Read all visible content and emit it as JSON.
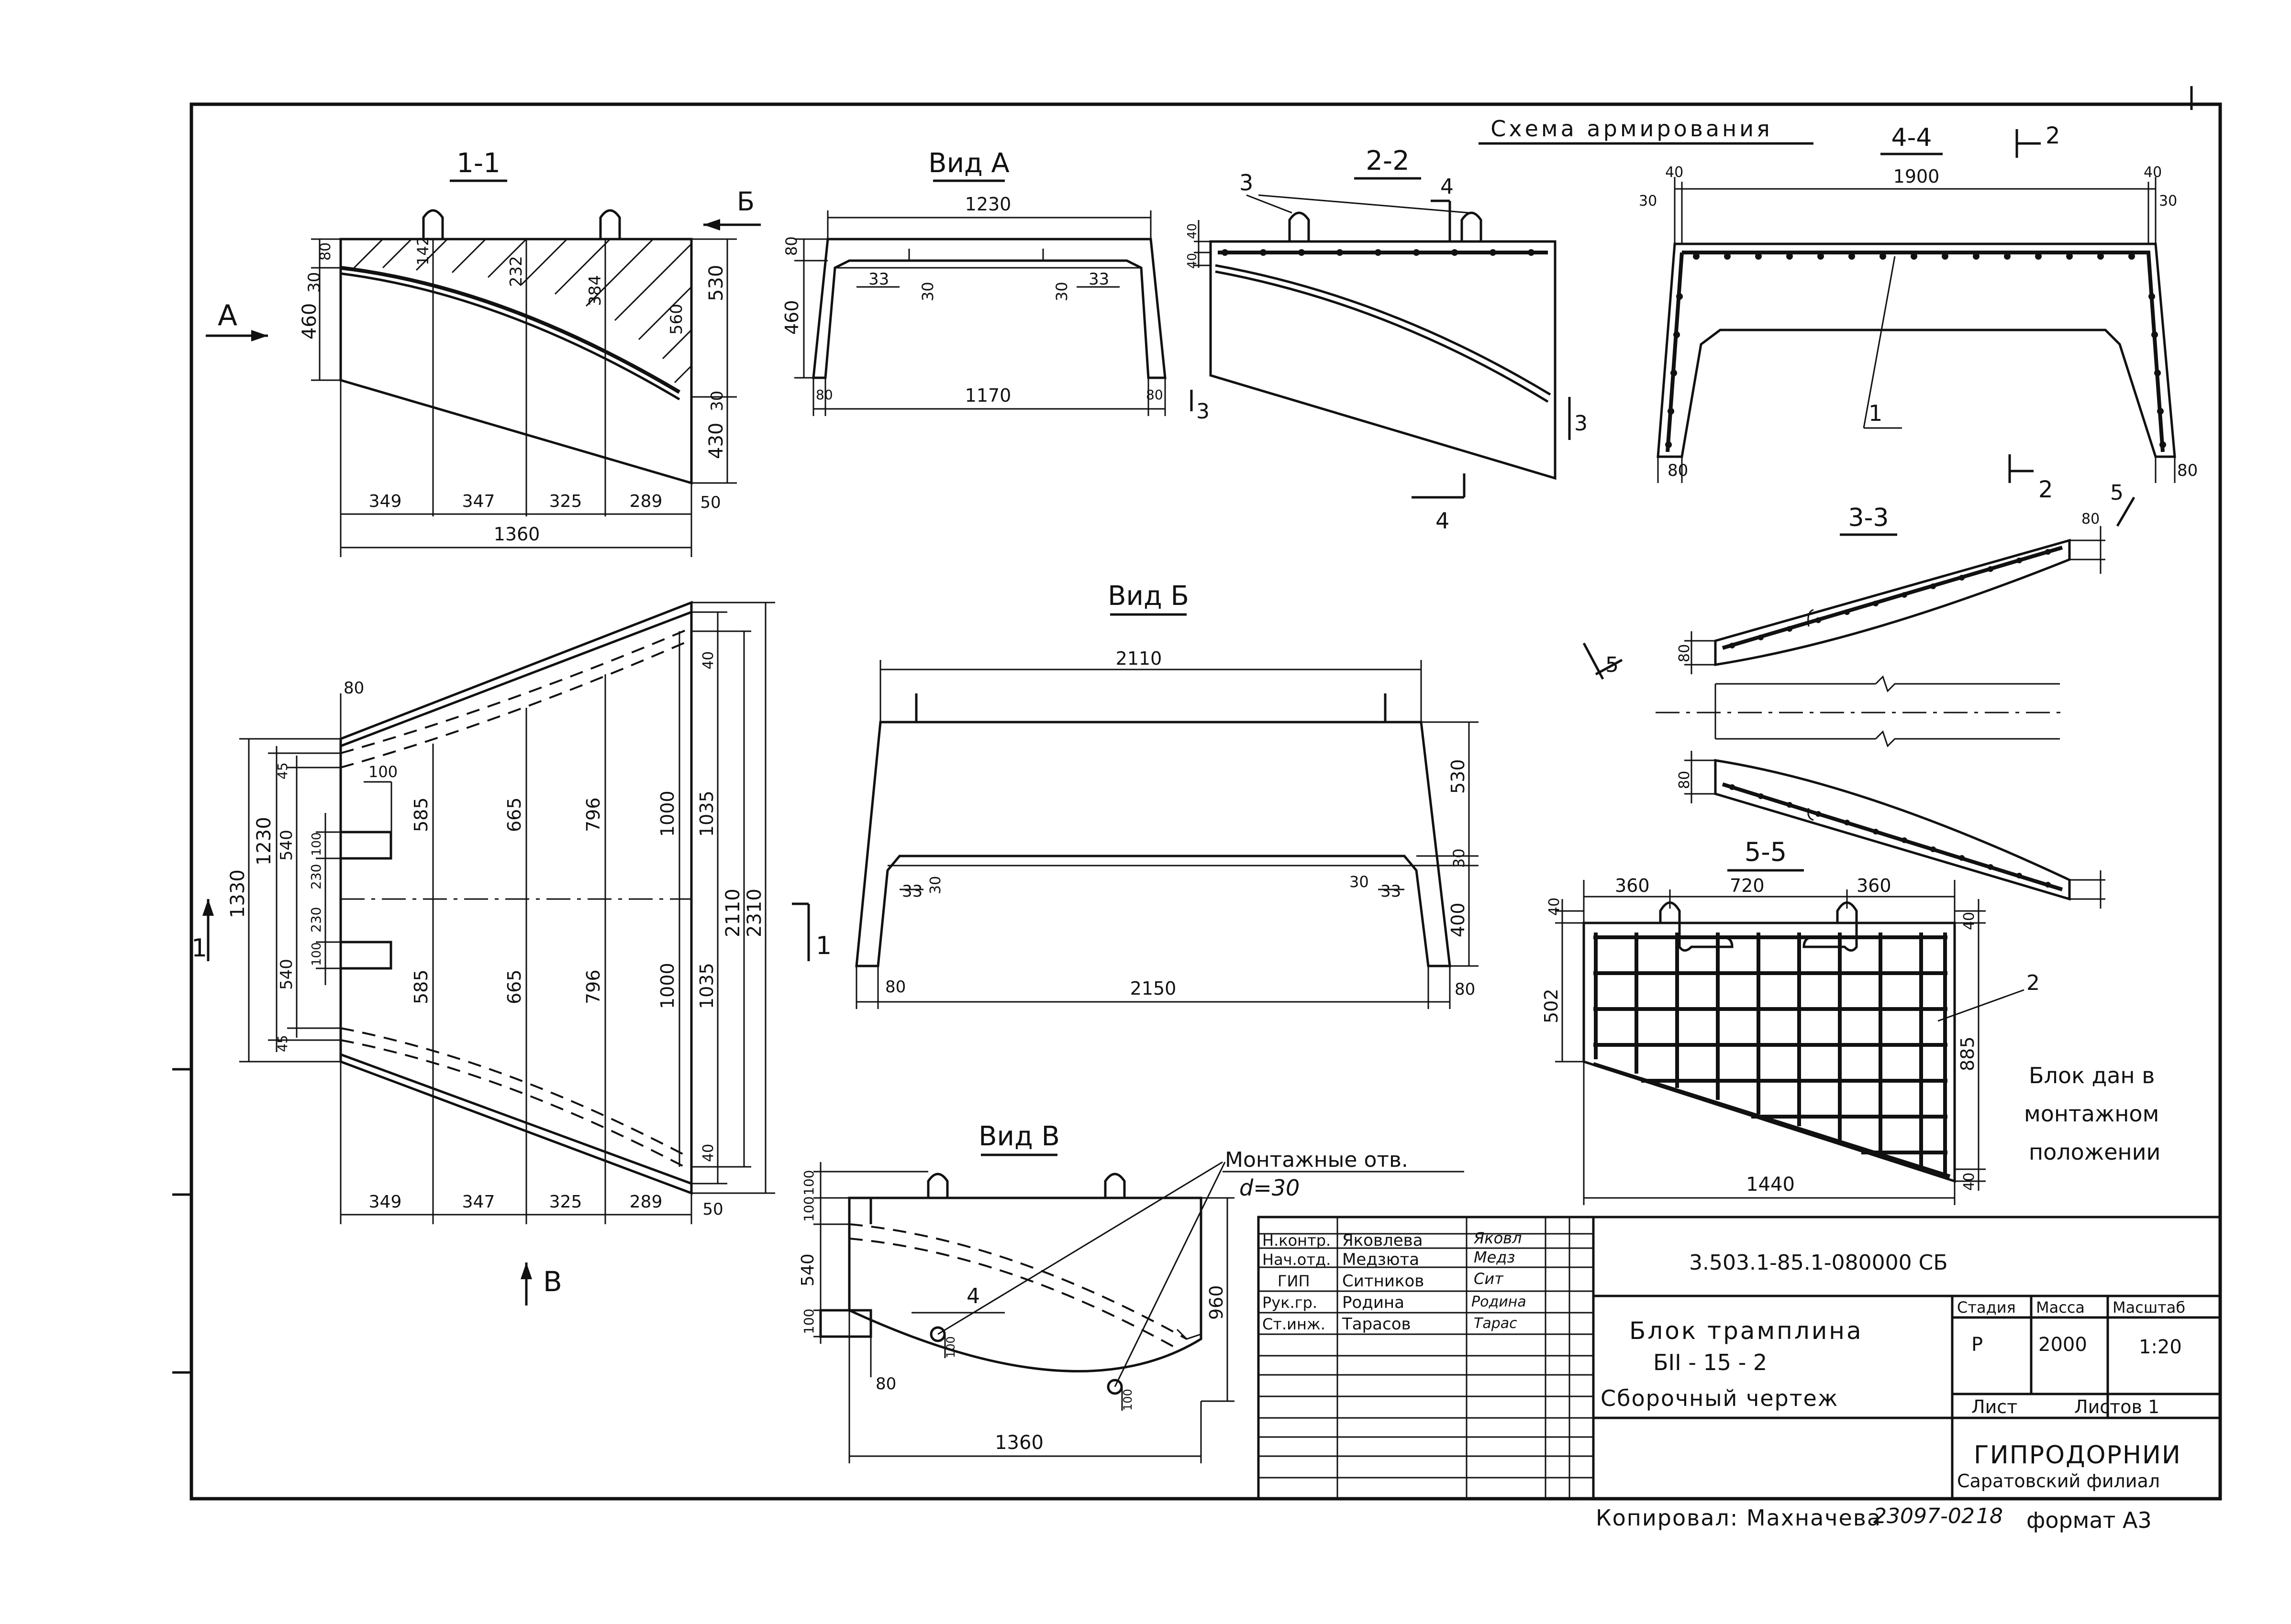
{
  "sections": {
    "s11": "1-1",
    "vidA": "Вид А",
    "s22": "2-2",
    "schema": "Схема армирования",
    "s44": "4-4",
    "s33": "3-3",
    "vidB_cyr": "Вид Б",
    "s55": "5-5",
    "vidV": "Вид В"
  },
  "markers": {
    "A": "А",
    "B_cyr": "Б",
    "V": "В",
    "n1": "1",
    "n2": "2",
    "n3": "3",
    "n4": "4",
    "n5": "5"
  },
  "dims_11": {
    "d80": "80",
    "d30": "30",
    "d460": "460",
    "d142": "142",
    "d232": "232",
    "d384": "384",
    "d560": "560",
    "d530": "530",
    "d30b": "30",
    "d430": "430",
    "d349": "349",
    "d347": "347",
    "d325": "325",
    "d289": "289",
    "d50": "50",
    "d1360": "1360"
  },
  "dims_vidA": {
    "d1230": "1230",
    "d80": "80",
    "d460": "460",
    "d33a": "33",
    "d30a": "30",
    "d30b": "30",
    "d33b": "33",
    "d80l": "80",
    "d1170": "1170",
    "d80r": "80"
  },
  "dims_22": {
    "d40a": "40",
    "d40b": "40",
    "p3": "3",
    "p4": "4"
  },
  "dims_44": {
    "d40l": "40",
    "d1900": "1900",
    "d40r": "40",
    "d30l": "30",
    "d30r": "30",
    "d80l": "80",
    "d80r": "80",
    "p1": "1"
  },
  "dims_plan": {
    "d80": "80",
    "d100": "100",
    "d45a": "45",
    "d45b": "45",
    "d1330": "1330",
    "d1230": "1230",
    "d540a": "540",
    "d540b": "540",
    "d100a": "100",
    "d100b": "100",
    "d230a": "230",
    "d230b": "230",
    "d585a": "585",
    "d585b": "585",
    "d665a": "665",
    "d665b": "665",
    "d796a": "796",
    "d796b": "796",
    "d1000a": "1000",
    "d1000b": "1000",
    "d1035a": "1035",
    "d1035b": "1035",
    "d40a": "40",
    "d40b": "40",
    "d2110": "2110",
    "d2310": "2310",
    "d349": "349",
    "d347": "347",
    "d325": "325",
    "d289": "289",
    "d50": "50"
  },
  "dims_vidB": {
    "d2110": "2110",
    "d530": "530",
    "d30": "30",
    "d400": "400",
    "d33a": "33",
    "d30a": "30",
    "d30b": "30",
    "d33b": "33",
    "d80l": "80",
    "d2150": "2150",
    "d80r": "80"
  },
  "dims_33": {
    "d80a": "80",
    "d80b": "80",
    "d80c": "80"
  },
  "dims_55": {
    "d360a": "360",
    "d720": "720",
    "d360b": "360",
    "d40a": "40",
    "d40b": "40",
    "d502": "502",
    "d885": "885",
    "d40c": "40",
    "d1440": "1440",
    "p2": "2"
  },
  "dims_vidV": {
    "d100a": "100",
    "d100b": "100",
    "d540": "540",
    "d100c": "100",
    "d960": "960",
    "d80": "80",
    "d1360": "1360",
    "p4": "4",
    "d100h1": "100",
    "d100h2": "100"
  },
  "notes": {
    "holes_title": "Монтажные отв.",
    "holes_d": "d=30",
    "block_note": [
      "Блок дан в",
      "монтажном",
      "положении"
    ]
  },
  "title_block": {
    "signers": [
      {
        "role": "Н.контр.",
        "name": "Яковлева",
        "sign": "Яковл"
      },
      {
        "role": "Нач.отд.",
        "name": "Медзюта",
        "sign": "Медз"
      },
      {
        "role": "ГИП",
        "name": "Ситников",
        "sign": "Сит"
      },
      {
        "role": "Рук.гр.",
        "name": "Родина",
        "sign": "Родина"
      },
      {
        "role": "Ст.инж.",
        "name": "Тарасов",
        "sign": "Тарас"
      }
    ],
    "doc_code": "3.503.1-85.1-080000 СБ",
    "title1": "Блок трамплина",
    "title2": "БII - 15 - 2",
    "title3": "Сборочный чертеж",
    "stage_h": "Стадия",
    "mass_h": "Масса",
    "scale_h": "Масштаб",
    "stage": "Р",
    "mass": "2000",
    "scale": "1:20",
    "sheet_h": "Лист",
    "sheets_h": "Листов 1",
    "org1": "ГИПРОДОРНИИ",
    "org2": "Саратовский филиал"
  },
  "footer": {
    "copied": "Копировал: Махначева",
    "order": "23097-02",
    "page": "18",
    "format": "формат А3"
  }
}
